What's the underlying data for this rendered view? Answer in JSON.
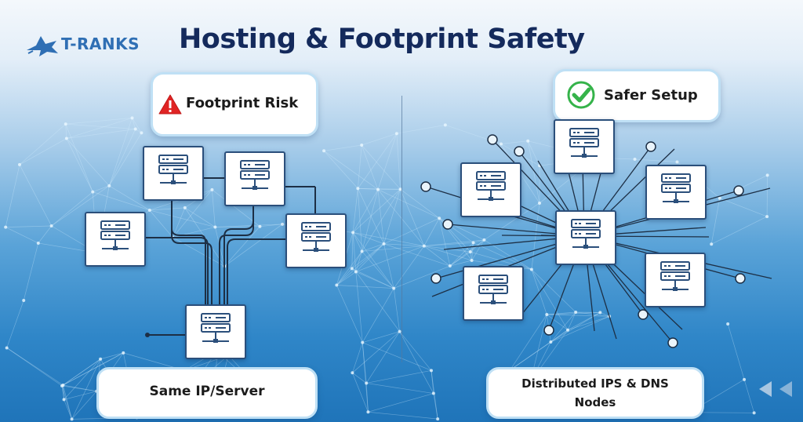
{
  "brand": {
    "name": "T-RANKS"
  },
  "title": "Hosting & Footprint Safety",
  "left_panel": {
    "heading": "Footprint Risk",
    "heading_icon": "warning-icon",
    "footer": "Same IP/Server"
  },
  "right_panel": {
    "heading": "Safer Setup",
    "heading_icon": "check-icon",
    "footer": "Distributed IPS & DNS Nodes"
  },
  "colors": {
    "title": "#142a5c",
    "brand": "#2f6fb4",
    "warning": "#e02424",
    "check": "#35b34a",
    "server_border": "#2b4f7b"
  }
}
